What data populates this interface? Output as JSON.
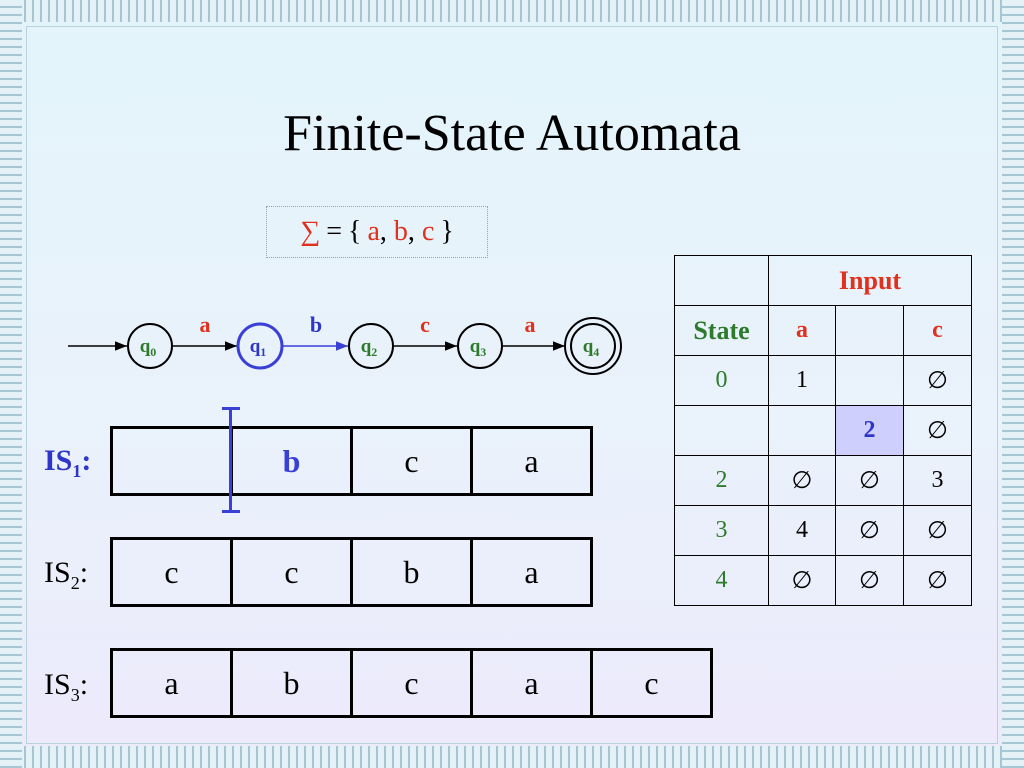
{
  "slide": {
    "title": "Finite-State Automata"
  },
  "alphabet": {
    "sigma": "∑",
    "equals": "=",
    "open": "{",
    "symbols": [
      "a",
      "b",
      "c"
    ],
    "comma": ",",
    "close": "}"
  },
  "automaton": {
    "states": [
      "q0",
      "q1",
      "q2",
      "q3",
      "q4"
    ],
    "active_state": "q1",
    "accept_state": "q4",
    "transitions": [
      {
        "from": "q0",
        "to": "q1",
        "label": "a"
      },
      {
        "from": "q1",
        "to": "q2",
        "label": "b"
      },
      {
        "from": "q2",
        "to": "q3",
        "label": "c"
      },
      {
        "from": "q3",
        "to": "q4",
        "label": "a"
      }
    ]
  },
  "inputs": [
    {
      "label": "IS",
      "sub": "1",
      "suffix": ":",
      "cells": [
        "",
        "b",
        "c",
        "a"
      ],
      "highlight_index": 1
    },
    {
      "label": "IS",
      "sub": "2",
      "suffix": ":",
      "cells": [
        "c",
        "c",
        "b",
        "a"
      ]
    },
    {
      "label": "IS",
      "sub": "3",
      "suffix": ":",
      "cells": [
        "a",
        "b",
        "c",
        "a",
        "c"
      ]
    }
  ],
  "colors": {
    "accent_blue": "#3a3fd6",
    "red": "#e0301e",
    "green": "#2e7a2c",
    "table_highlight": "#cfcffd"
  },
  "table": {
    "input_header": "Input",
    "state_header": "State",
    "col_a": "a",
    "col_b": "",
    "col_c": "c",
    "rows": [
      {
        "state": "0",
        "a": "1",
        "b": "",
        "c": "∅"
      },
      {
        "state": "",
        "a": "",
        "b": "2",
        "c": "∅",
        "highlight": "b"
      },
      {
        "state": "2",
        "a": "∅",
        "b": "∅",
        "c": "3"
      },
      {
        "state": "3",
        "a": "4",
        "b": "∅",
        "c": "∅"
      },
      {
        "state": "4",
        "a": "∅",
        "b": "∅",
        "c": "∅"
      }
    ]
  }
}
